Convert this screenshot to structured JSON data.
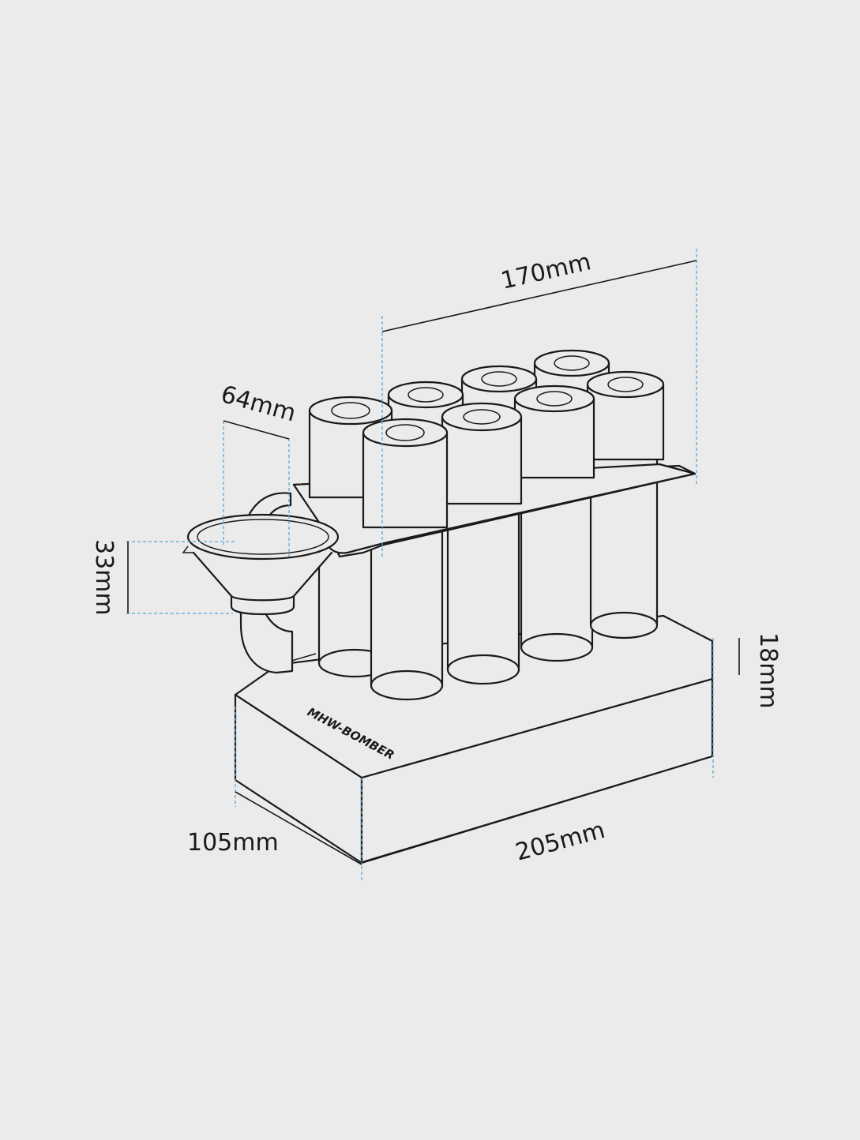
{
  "diagram": {
    "dimensions": {
      "width_rack": "170mm",
      "funnel_diameter": "64mm",
      "funnel_height": "33mm",
      "base_height": "18mm",
      "base_depth": "105mm",
      "base_width": "205mm"
    },
    "brand_logo_text": "MHW-BOMBER",
    "colors": {
      "background": "#ebebeb",
      "line": "#1a1a1a",
      "guide": "#5aa6d6"
    }
  }
}
